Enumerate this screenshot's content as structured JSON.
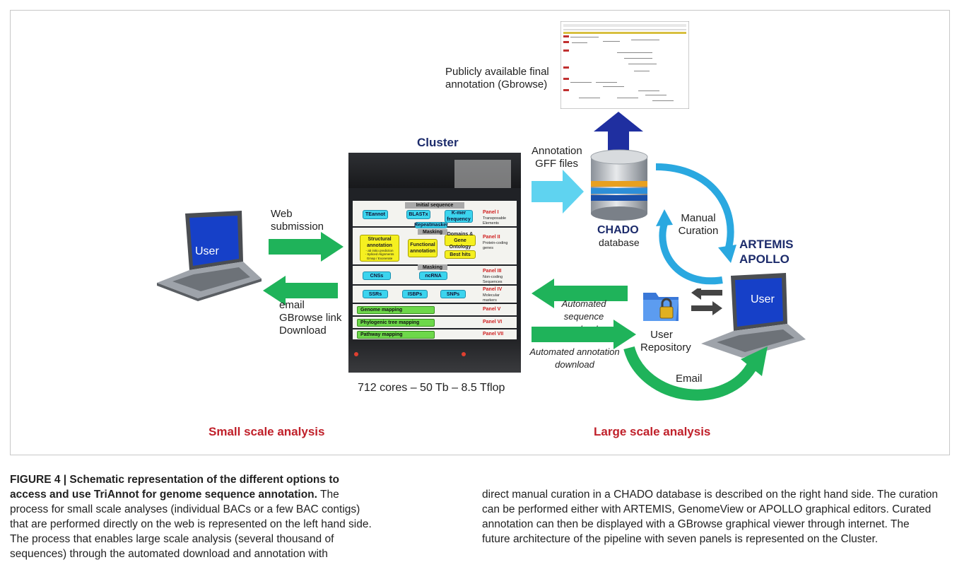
{
  "figure": {
    "publicly_available": "Publicly available final\nannotation (Gbrowse)",
    "cluster_title": "Cluster",
    "cluster_caption": "712 cores – 50 Tb – 8.5 Tflop",
    "web_submission": "Web\nsubmission",
    "email_block": "email\nGBrowse link\nDownload",
    "user_left": "User",
    "user_right": "User",
    "annotation_gff": "Annotation\nGFF files",
    "chado": "CHADO",
    "chado_sub": "database",
    "manual_curation": "Manual\nCuration",
    "artemis": "ARTEMIS",
    "apollo": "APOLLO",
    "automated_upload": "Automated sequence\nupload",
    "automated_download": "Automated annotation\ndownload",
    "user_repository": "User\nRepository",
    "email_arrow": "Email",
    "small_scale": "Small scale analysis",
    "large_scale": "Large scale analysis",
    "panel": {
      "initial_sequence": "Initial sequence",
      "teannot": "TEannot",
      "blastx": "BLASTx",
      "kmer": "K-mer\nfrequency",
      "repeatmasker": "Repeatmasker",
      "masking1": "Masking",
      "structural": "Structural\nannotation",
      "structural_sub": "- ab initio prediction\n- Spliced Alignments\nGmap / Exonerate",
      "functional": "Functional\nannotation",
      "domains": "Domains &\nGene Ontology",
      "best_hits": "Best  hits",
      "masking2": "Masking",
      "cnss": "CNSs",
      "ncrna": "ncRNA",
      "ssrs": "SSRs",
      "isbps": "ISBPs",
      "snps": "SNPs",
      "genome_mapping": "Genome mapping",
      "phylo_mapping": "Phylogenic tree mapping",
      "pathway_mapping": "Pathway mapping",
      "p1": "Panel I",
      "p1s": "Transposable\nElements",
      "p2": "Panel II",
      "p2s": "Protein-coding\ngenes",
      "p3": "Panel III",
      "p3s": "Non-coding\nSequences",
      "p4": "Panel IV",
      "p4s": "Molecular\nmarkers",
      "p5": "Panel V",
      "p6": "Panel VI",
      "p7": "Panel VII"
    }
  },
  "caption": {
    "bold": "FIGURE 4 | Schematic representation of the different options to access and use TriAnnot for genome sequence annotation.",
    "left_rest": " The process for small scale analyses (individual BACs or a few BAC contigs) that are performed directly on the web is represented on the left hand side. The process that enables large scale analysis (several thousand of sequences) through the automated download and annotation with",
    "right": "direct manual curation in a CHADO database is described on the right hand side. The curation can be performed either with ARTEMIS, GenomeView or APOLLO graphical editors. Curated annotation can then be displayed with a GBrowse graphical viewer through internet. The future architecture of the pipeline with seven panels is represented on the Cluster."
  },
  "colors": {
    "arrow_green": "#1fb35a",
    "arrow_cyan": "#5fd3f0",
    "arrow_navy": "#1f2fa0",
    "title_red": "#c0202a",
    "title_navy": "#1c2b6b"
  }
}
